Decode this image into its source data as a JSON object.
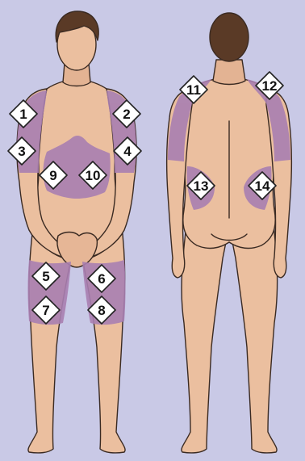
{
  "colors": {
    "background": "#c9c9e6",
    "skin": "#ebbf9f",
    "skin_shadow": "#d9a585",
    "outline": "#3a2a22",
    "hair": "#5a3a26",
    "injection_zone": "#a97fb1",
    "marker_fill": "#ffffff"
  },
  "figures": {
    "front": {
      "view": "front"
    },
    "back": {
      "view": "back"
    }
  },
  "injection_sites": [
    {
      "label": "1",
      "view": "front",
      "area": "right upper arm"
    },
    {
      "label": "2",
      "view": "front",
      "area": "left upper arm"
    },
    {
      "label": "3",
      "view": "front",
      "area": "right upper arm"
    },
    {
      "label": "4",
      "view": "front",
      "area": "left upper arm"
    },
    {
      "label": "5",
      "view": "front",
      "area": "right thigh"
    },
    {
      "label": "6",
      "view": "front",
      "area": "left thigh"
    },
    {
      "label": "7",
      "view": "front",
      "area": "right thigh"
    },
    {
      "label": "8",
      "view": "front",
      "area": "left thigh"
    },
    {
      "label": "9",
      "view": "front",
      "area": "abdomen"
    },
    {
      "label": "10",
      "view": "front",
      "area": "abdomen"
    },
    {
      "label": "11",
      "view": "back",
      "area": "back of upper arm"
    },
    {
      "label": "12",
      "view": "back",
      "area": "back of upper arm"
    },
    {
      "label": "13",
      "view": "back",
      "area": "flank"
    },
    {
      "label": "14",
      "view": "back",
      "area": "flank"
    }
  ]
}
